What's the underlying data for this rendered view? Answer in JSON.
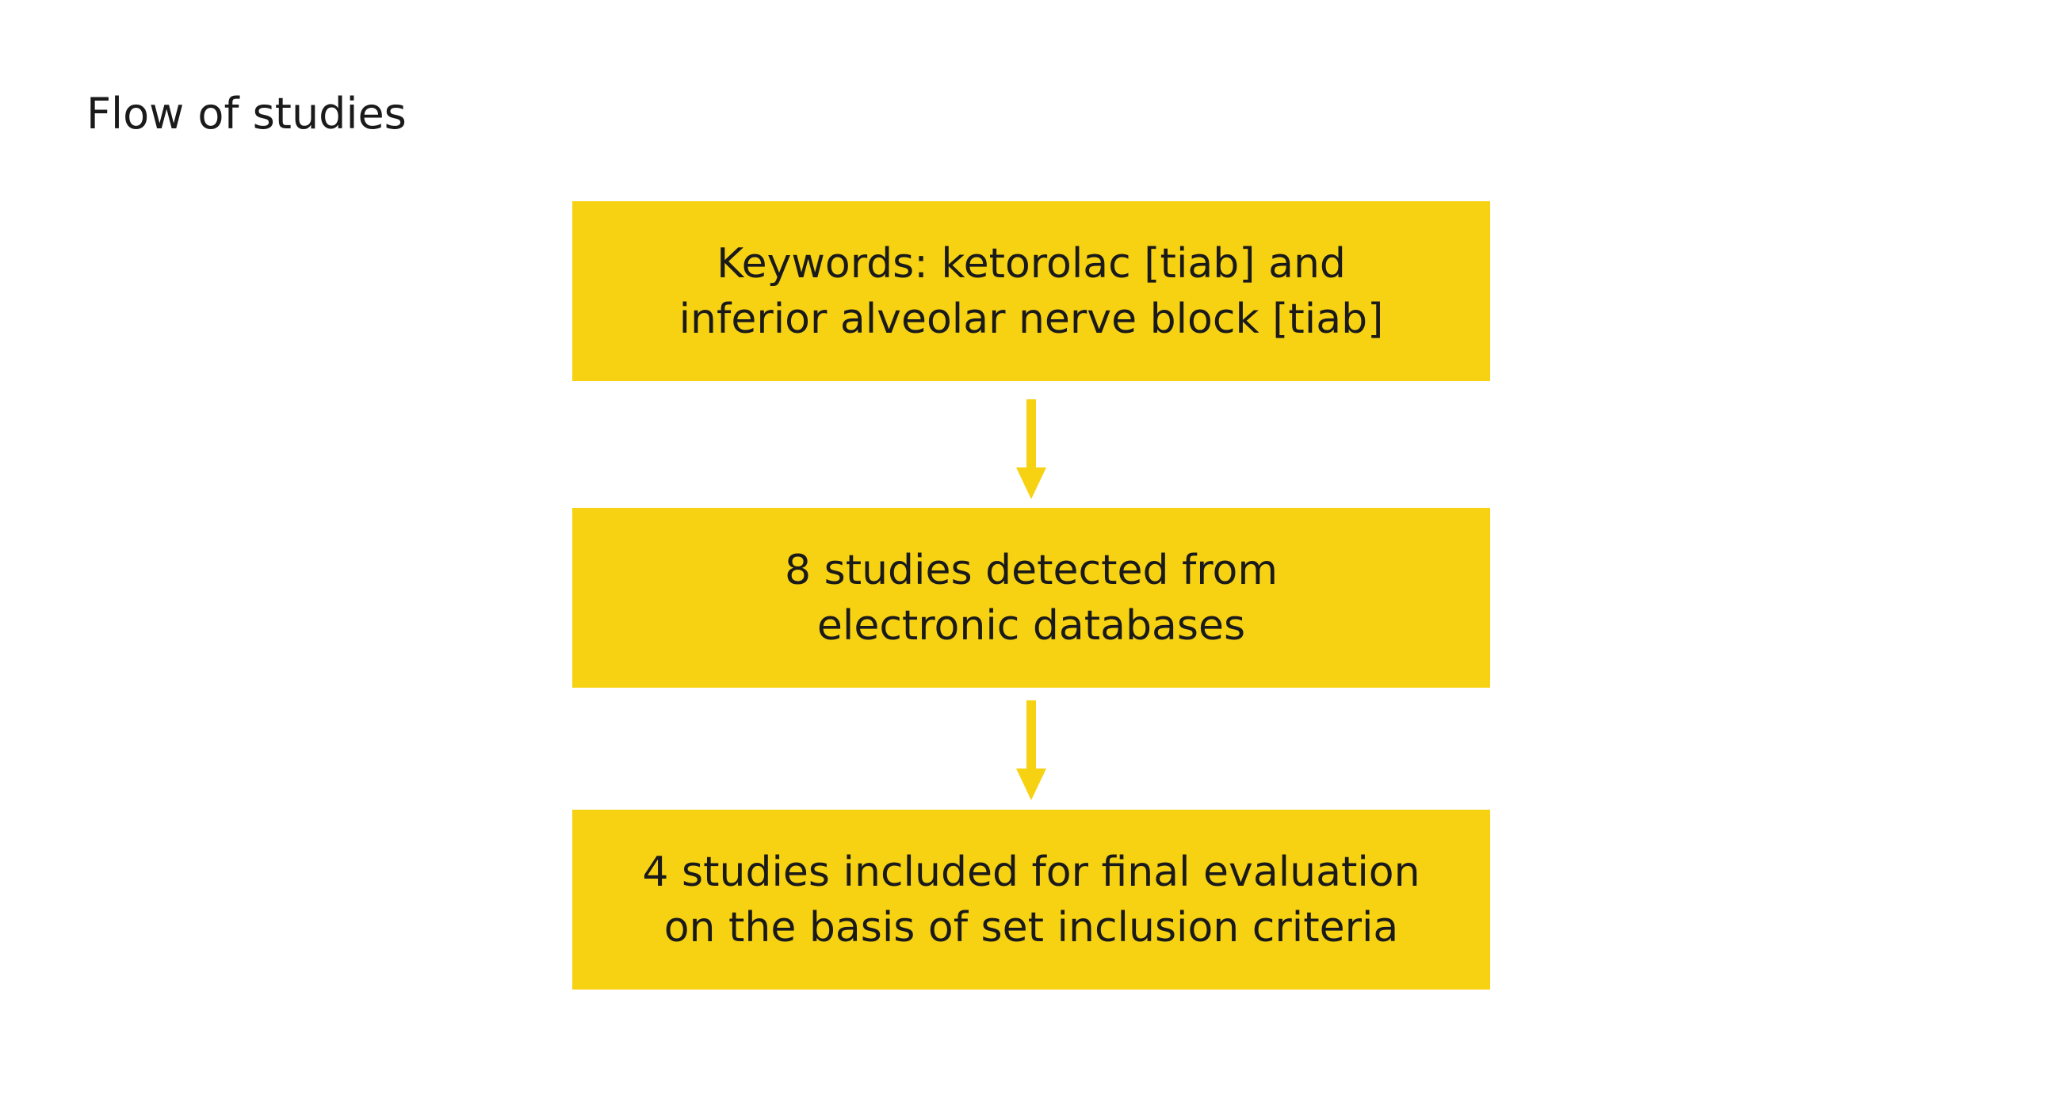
{
  "title": "Flow of studies",
  "colors": {
    "box_fill": "#f7d213",
    "arrow": "#f7d213",
    "text": "#1a1a1a"
  },
  "flow": {
    "boxes": [
      {
        "lines": [
          "Keywords: ketorolac [tiab] and",
          "inferior alveolar nerve block [tiab]"
        ]
      },
      {
        "lines": [
          "8 studies detected from",
          "electronic databases"
        ]
      },
      {
        "lines": [
          "4 studies included for final evaluation",
          "on the basis of set inclusion criteria"
        ]
      }
    ]
  }
}
